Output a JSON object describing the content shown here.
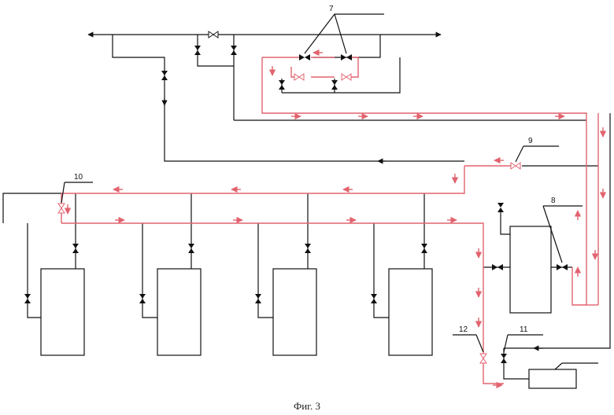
{
  "figure": {
    "caption": "Фиг. 3",
    "callouts": [
      "7",
      "8",
      "9",
      "10",
      "11",
      "12"
    ]
  },
  "colors": {
    "line": "#111111",
    "flow": "#e2636f"
  }
}
